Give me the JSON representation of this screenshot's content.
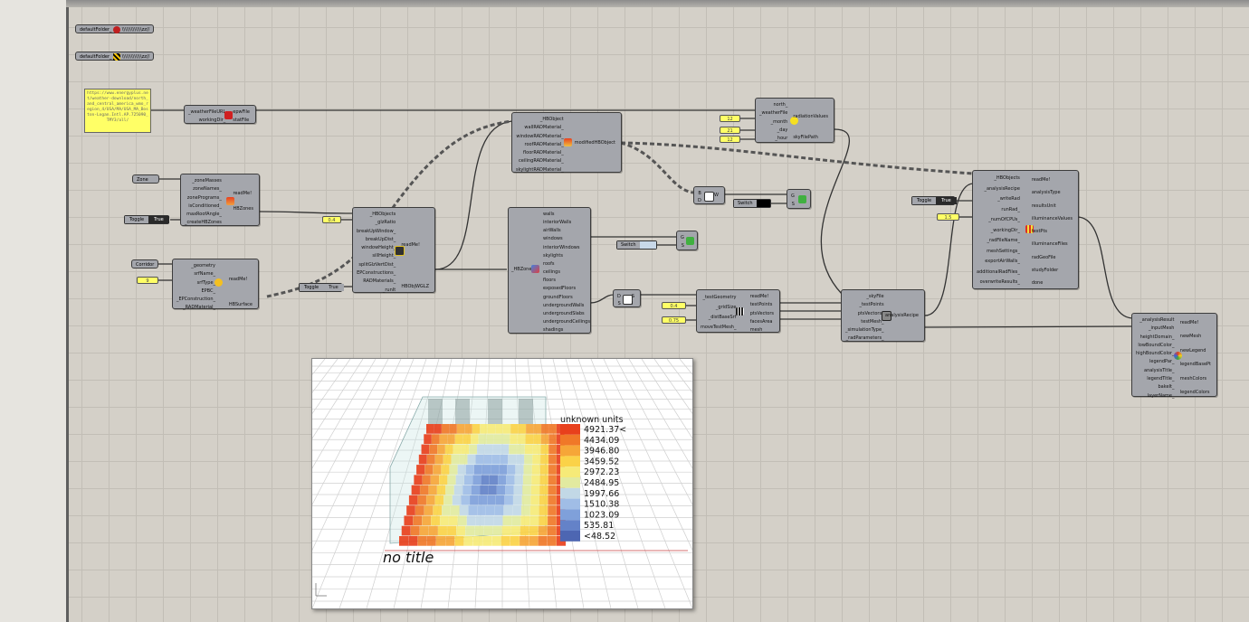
{
  "params": {
    "default_folder_1": "defaultFolder_",
    "default_folder_1_val": "\\\\\\\\\\\\\\\\\\\\\\\\\\zz//",
    "default_folder_2": "defaultFolder_",
    "default_folder_2_val": "\\\\\\\\\\\\\\\\\\\\\\\\\\zz//",
    "zone": "Zone",
    "corridor": "Corridor"
  },
  "panel_url": "https://www.energyplus.net/weather-download/north_and_central_america_wmo_region_4/USA/MA/USA_MA_Boston-Logan.Intl.AP.725090_TMY3/all/",
  "sliders": {
    "s1": "12",
    "s2": "21",
    "s3": "12",
    "glz": "0.4",
    "p9": "9",
    "grid": "0.4",
    "dist": "0.75",
    "rp": "1.5"
  },
  "toggles": {
    "t1_label": "Toggle",
    "t1_val": "True",
    "t2_label": "Toggle",
    "t2_val": "True",
    "t3_label": "Toggle",
    "t3_val": "True"
  },
  "switches": {
    "sw1": "Switch",
    "sw2": "Switch"
  },
  "components": {
    "weather": {
      "ins": [
        "_weatherFileURL",
        "workingDir_"
      ],
      "outs": [
        "epwFile",
        "statFile"
      ]
    },
    "zones": {
      "ins": [
        "_zoneMasses",
        "zoneNames_",
        "zonePrograms_",
        "isConditioned_",
        "maxRoofAngle_",
        "_createHBZones"
      ],
      "outs": [
        "readMe!",
        "HBZones"
      ]
    },
    "surface": {
      "ins": [
        "_geometry",
        "srfName_",
        "srfType_",
        "EPBC_",
        "_EPConstruction_",
        "_RADMaterial_"
      ],
      "outs": [
        "readMe!",
        "HBSurface"
      ]
    },
    "glazing": {
      "ins": [
        "_HBObjects",
        "_glzRatio",
        "breakUpWindow_",
        "breakUpDist_",
        "windowHeight_",
        "sillHeight_",
        "splitGlzVertDist_",
        "EPConstructions_",
        "RADMaterials_",
        "_runIt"
      ],
      "outs": [
        "readMe!",
        "HBObjWGLZ"
      ]
    },
    "radmat": {
      "ins": [
        "_HBObject",
        "wallRADMaterial_",
        "windowRADMaterial_",
        "roofRADMaterial_",
        "floorRADMaterial_",
        "ceilingRADMaterial_",
        "skylightRADMaterial_"
      ],
      "outs": [
        "modifiedHBObject"
      ]
    },
    "decompose": {
      "outs": [
        "walls",
        "interiorWalls",
        "airWalls",
        "windows",
        "interiorWindows",
        "skylights",
        "roofs",
        "ceilings",
        "floors",
        "exposedFloors",
        "groundFloors",
        "undergroundWalls",
        "undergroundSlabs",
        "undergroundCeilings",
        "shadings"
      ],
      "in": "_HBZone"
    },
    "sky": {
      "ins": [
        "north_",
        "_weatherFile",
        "_month",
        "_day",
        "_hour"
      ],
      "outs": [
        "radiationValues",
        "skyFilePath"
      ]
    },
    "testmesh": {
      "ins": [
        "_testGeometry",
        "_gridSize",
        "_distBaseSrf",
        "moveTestMesh_"
      ],
      "outs": [
        "readMe!",
        "testPoints",
        "ptsVectors",
        "facesArea",
        "mesh"
      ]
    },
    "recipe": {
      "ins": [
        "_skyFile",
        "_testPoints",
        "ptsVectors_",
        "testMesh_",
        "_simulationType_",
        "_radParameters_"
      ],
      "outs": [
        "analysisRecipe"
      ]
    },
    "rundaylight": {
      "ins": [
        "_HBObjects",
        "_analysisRecipe",
        "_writeRad",
        "runRad_",
        "_numOfCPUs_",
        "_workingDir_",
        "_radFileName_",
        "meshSettings_",
        "exportAirWalls_",
        "additionalRadFiles_",
        "overwriteResults_"
      ],
      "outs": [
        "readMe!",
        "analysisType",
        "resultsUnit",
        "illuminanceValues",
        "testPts",
        "illuminanceFiles",
        "radGeoFile",
        "studyFolder",
        "done"
      ]
    },
    "recolor": {
      "ins": [
        "_analysisResult",
        "_inputMesh",
        "heightDomain_",
        "lowBoundColor_",
        "highBoundColor_",
        "legendPar_",
        "analysisTitle_",
        "legendTitle_",
        "bakeIt_",
        "layerName_"
      ],
      "outs": [
        "readMe!",
        "newMesh",
        "newLegend",
        "legendBasePt",
        "meshColors",
        "legendColors"
      ]
    },
    "mergeA": {
      "ins": [
        "B",
        "D"
      ],
      "outs": [
        "W"
      ]
    },
    "dispatch": {
      "ins": [
        "D",
        "S"
      ],
      "outs": [
        "S",
        "I"
      ]
    },
    "stream": {
      "ins": [
        "G",
        "S"
      ]
    },
    "stream2": {
      "ins": [
        "G",
        "S"
      ]
    }
  },
  "chart_data": {
    "type": "heatmap",
    "title": "no title",
    "legend_title": "unknown units",
    "legend_values": [
      "4921.37<",
      "4434.09",
      "3946.80",
      "3459.52",
      "2972.23",
      "2484.95",
      "1997.66",
      "1510.38",
      "1023.09",
      "535.81",
      "<48.52"
    ],
    "legend_colors": [
      "#e8401c",
      "#f07828",
      "#f6a638",
      "#fbd248",
      "#f6ea78",
      "#e2eaa0",
      "#c2d8e6",
      "#a0bde6",
      "#7fa0da",
      "#6482c8",
      "#4d66b2"
    ]
  }
}
